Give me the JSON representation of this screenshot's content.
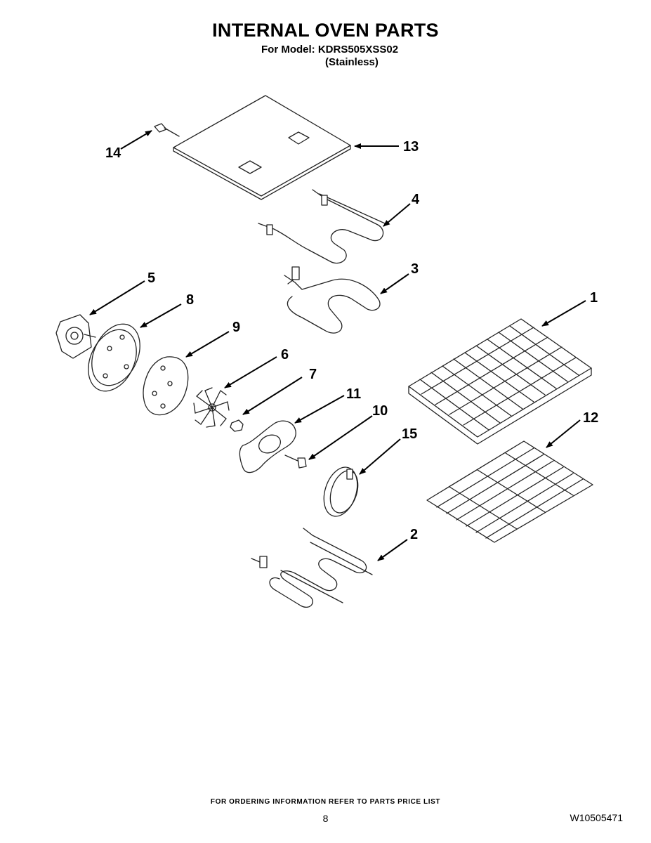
{
  "header": {
    "title": "INTERNAL OVEN PARTS",
    "model_line": "For Model: KDRS505XSS02",
    "variant": "(Stainless)"
  },
  "callouts": [
    "1",
    "2",
    "3",
    "4",
    "5",
    "6",
    "7",
    "8",
    "9",
    "10",
    "11",
    "12",
    "13",
    "14",
    "15"
  ],
  "footer": {
    "ordering_note": "FOR ORDERING INFORMATION REFER TO PARTS PRICE LIST",
    "page_number": "8",
    "document_number": "W10505471"
  }
}
